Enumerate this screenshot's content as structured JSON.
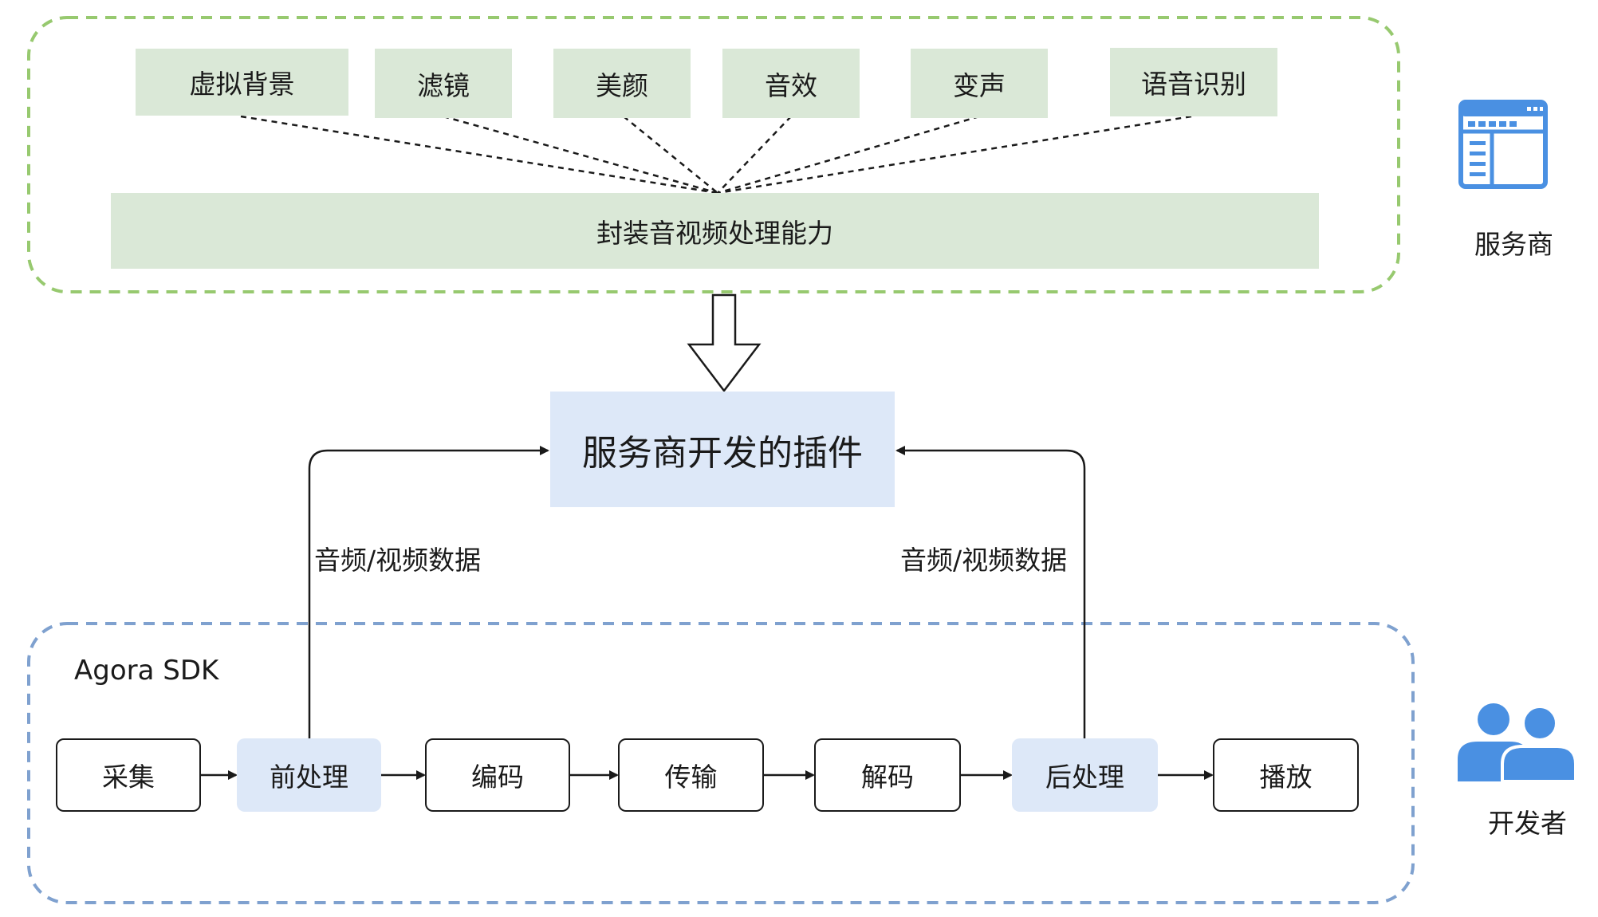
{
  "service_provider": {
    "label": "服务商",
    "features": [
      "虚拟背景",
      "滤镜",
      "美颜",
      "音效",
      "变声",
      "语音识别"
    ],
    "capability": "封装音视频处理能力",
    "icon": "browser-window-icon",
    "border_color": "#97c96f"
  },
  "plugin": {
    "label": "服务商开发的插件"
  },
  "data_flow": {
    "left_label": "音频/视频数据",
    "right_label": "音频/视频数据"
  },
  "sdk": {
    "title": "Agora SDK",
    "stages": [
      "采集",
      "前处理",
      "编码",
      "传输",
      "解码",
      "后处理",
      "播放"
    ],
    "border_color": "#7fa1cf"
  },
  "developer": {
    "label": "开发者",
    "icon": "users-icon"
  },
  "colors": {
    "feature_fill": "#dae8d7",
    "plugin_fill": "#dde8f8",
    "accent_blue": "#4a90e2"
  }
}
